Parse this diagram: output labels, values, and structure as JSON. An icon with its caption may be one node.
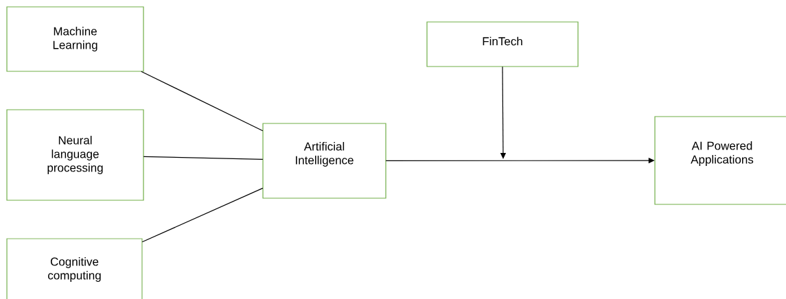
{
  "diagram": {
    "nodes": [
      {
        "text": [
          "Machine Learning"
        ]
      },
      {
        "text": [
          "Neural language processing"
        ]
      },
      {
        "text": [
          "Cognitive computing"
        ]
      },
      {
        "text": [
          "Artificial Intelligence"
        ]
      },
      {
        "text": [
          "FinTech"
        ]
      },
      {
        "text": [
          "AI Powered Applications"
        ]
      }
    ],
    "edges": [
      {
        "from": 0,
        "to": 3,
        "arrow": "none"
      },
      {
        "from": 1,
        "to": 3,
        "arrow": "none"
      },
      {
        "from": 2,
        "to": 3,
        "arrow": "none"
      },
      {
        "from": 3,
        "to": 5,
        "arrow": "to"
      },
      {
        "from": 4,
        "to": null,
        "arrow": "to"
      }
    ]
  }
}
